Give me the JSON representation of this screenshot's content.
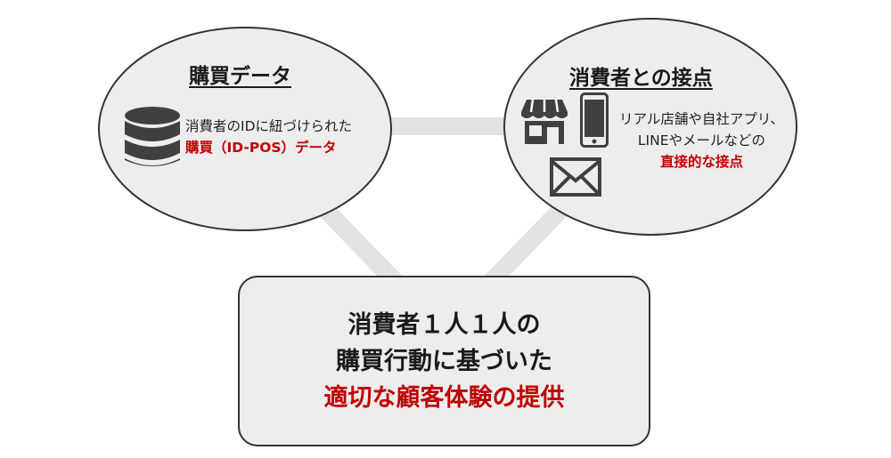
{
  "nodes": {
    "purchase": {
      "title": "購買データ",
      "desc_line1": "消費者のIDに紐づけられた",
      "desc_line2": "購買（ID-POS）データ",
      "icon": "database-icon"
    },
    "touchpoint": {
      "title": "消費者との接点",
      "desc_line1": "リアル店舗や自社アプリ、",
      "desc_line2": "LINEやメールなどの",
      "desc_line3": "直接的な接点",
      "icons": [
        "store-icon",
        "smartphone-icon",
        "mail-icon"
      ]
    }
  },
  "center": {
    "line1": "消費者１人１人の",
    "line2": "購買行動に基づいた",
    "line3": "適切な顧客体験の提供"
  },
  "colors": {
    "accent_red": "#c00000",
    "fill": "#ededed",
    "connector": "#e2e2e2",
    "icon": "#404040",
    "border": "#333333"
  }
}
